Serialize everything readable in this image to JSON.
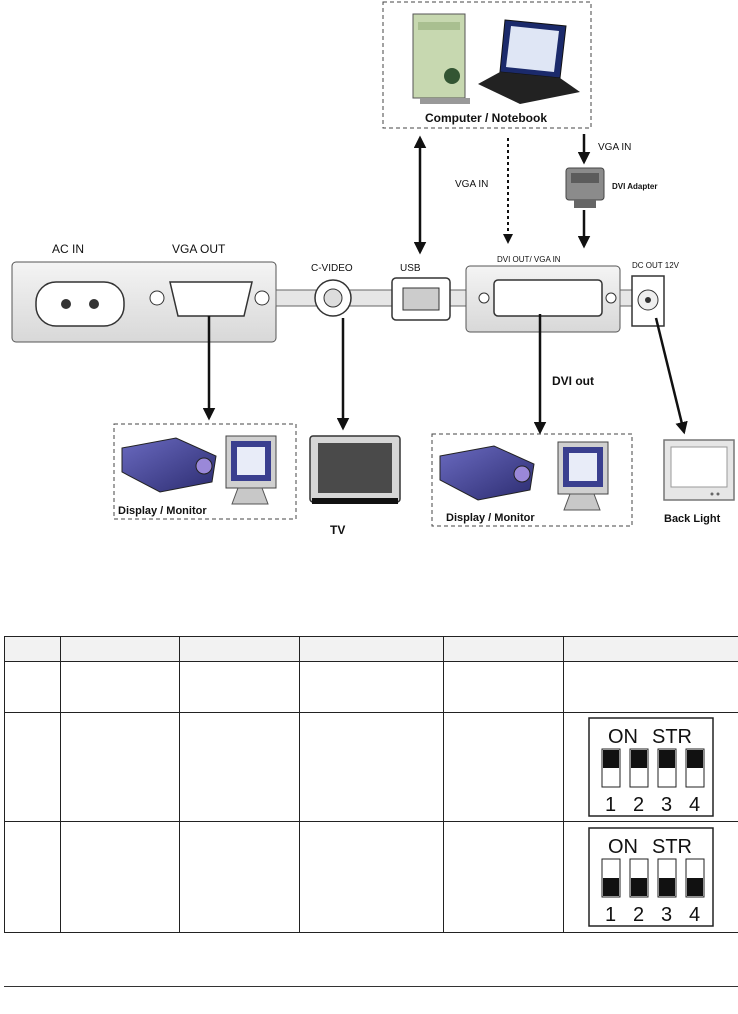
{
  "diagram": {
    "computer_label": "Computer / Notebook",
    "vga_in_right": "VGA IN",
    "vga_in_dotted": "VGA IN",
    "dvi_adapter": "DVI Adapter",
    "ac_in": "AC   IN",
    "vga_out": "VGA   OUT",
    "c_video": "C-VIDEO",
    "usb": "USB",
    "dvi_out_vga_in": "DVI OUT/ VGA IN",
    "dc_out": "DC OUT 12V",
    "dvi_out": "DVI out",
    "display_left": "Display / Monitor",
    "tv": "TV",
    "display_right": "Display / Monitor",
    "back_light": "Back Light"
  },
  "dip_switch": {
    "on_label": "ON",
    "str_label": "STR",
    "numbers": [
      "1",
      "2",
      "3",
      "4"
    ],
    "row1_state": "on",
    "row2_state": "off"
  },
  "colors": {
    "projector": "#4a4a9a",
    "screen": "#3a3f8f"
  }
}
